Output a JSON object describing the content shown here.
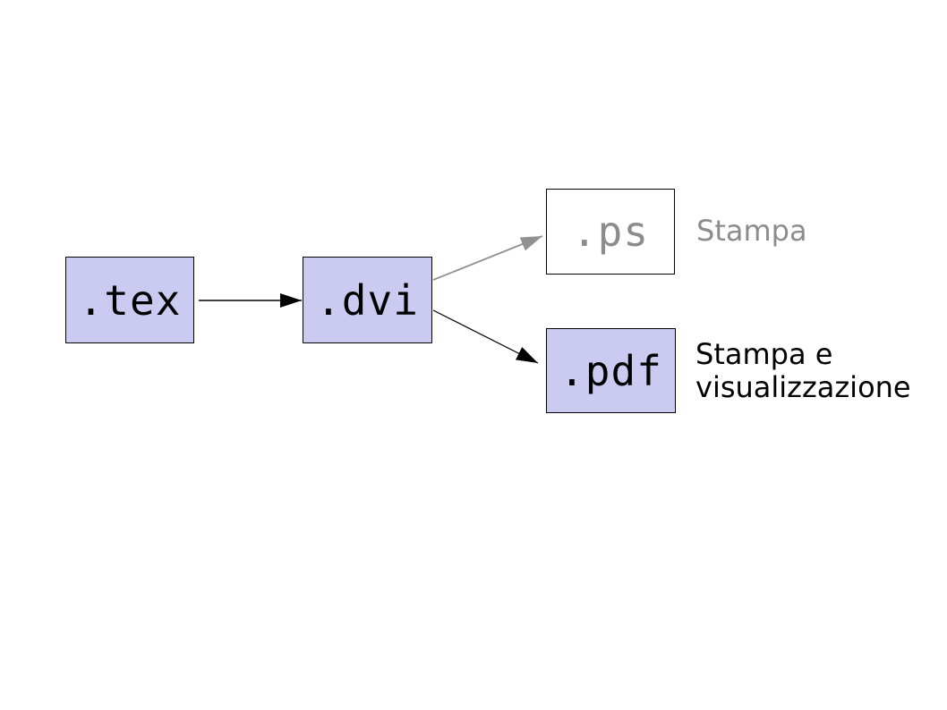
{
  "page": {
    "background": "#ffffff"
  },
  "diagram": {
    "nodes": {
      "tex": {
        "label": ".tex",
        "fill": "#cbcbf2",
        "border": "#000000",
        "text_color": "#000000"
      },
      "dvi": {
        "label": ".dvi",
        "fill": "#cbcbf2",
        "border": "#000000",
        "text_color": "#000000"
      },
      "ps": {
        "label": ".ps",
        "fill": "#ffffff",
        "border": "#000000",
        "text_color": "#8c8c8c"
      },
      "pdf": {
        "label": ".pdf",
        "fill": "#cbcbf2",
        "border": "#000000",
        "text_color": "#000000"
      }
    },
    "edges": [
      {
        "id": "tex-to-dvi",
        "from": "tex",
        "to": "dvi",
        "color": "#000000"
      },
      {
        "id": "dvi-to-ps",
        "from": "dvi",
        "to": "ps",
        "color": "#919191"
      },
      {
        "id": "dvi-to-pdf",
        "from": "dvi",
        "to": "pdf",
        "color": "#000000"
      }
    ],
    "annotations": {
      "ps_note": {
        "text": "Stampa",
        "color": "#8c8c8c"
      },
      "pdf_note": {
        "text": "Stampa e visualizzazione",
        "color": "#000000"
      }
    }
  }
}
